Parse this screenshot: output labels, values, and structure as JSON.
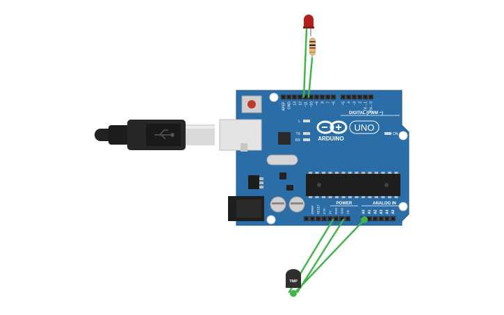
{
  "board": {
    "brand": "ARDUINO",
    "model": "UNO",
    "digital_header_label": "DIGITAL (PWM ~)",
    "power_label": "POWER",
    "analog_label": "ANALOG IN",
    "on_label": "ON",
    "led_l_label": "L",
    "tx_label": "TX",
    "rx_label": "RX",
    "digital_pins": [
      "AREF",
      "GND",
      "13",
      "12",
      "~11",
      "~10",
      "~9",
      "8",
      "7",
      "~6",
      "~5",
      "4",
      "~3",
      "2",
      "TX→1",
      "RX←0"
    ],
    "power_pins": [
      "IOREF",
      "RESET",
      "3.3V",
      "5V",
      "GND",
      "GND",
      "Vin"
    ],
    "analog_pins": [
      "A0",
      "A1",
      "A2",
      "A3",
      "A4",
      "A5"
    ]
  },
  "sensor": {
    "label": "TMP"
  },
  "colors": {
    "board": "#2b6da6",
    "board_edge": "#1f5888",
    "wire": "#3fb54a",
    "led": "#b3201b",
    "header": "#333333"
  }
}
